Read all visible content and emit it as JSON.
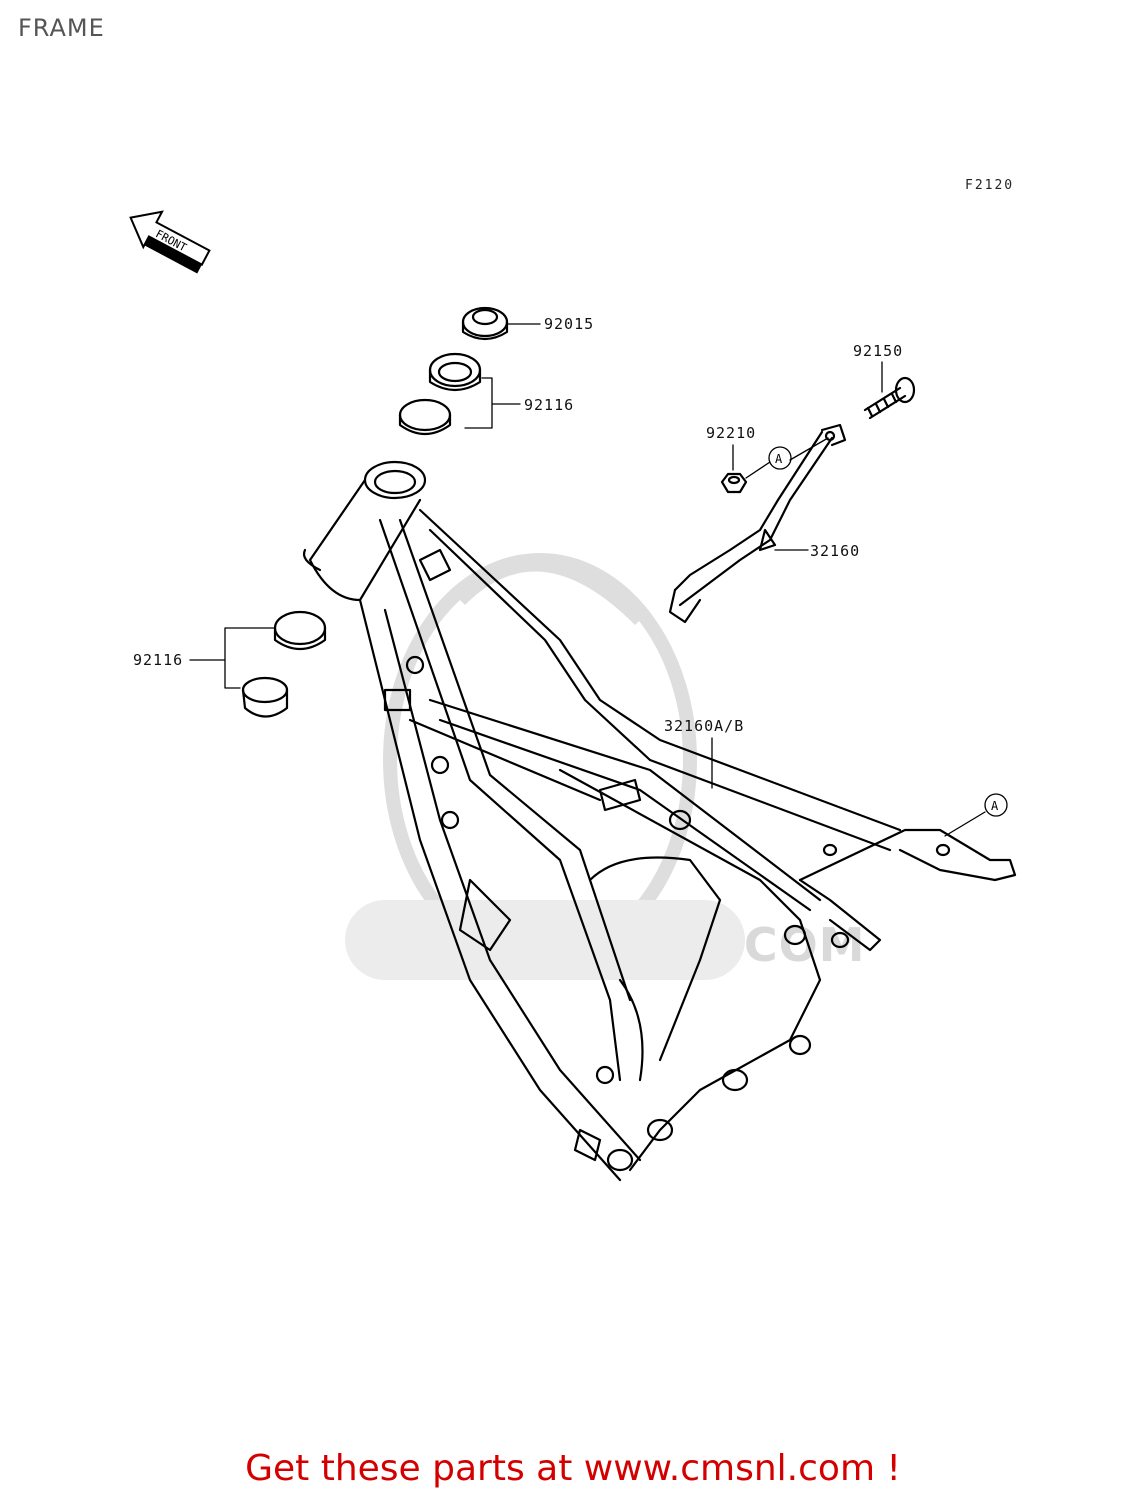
{
  "title": "FRAME",
  "figure_code": "F2120",
  "front_label": "FRONT",
  "watermark": "WWW.CMSNL.COM",
  "callout_a": "A",
  "parts": [
    {
      "number": "92015"
    },
    {
      "number": "92116"
    },
    {
      "number": "92150"
    },
    {
      "number": "92210"
    },
    {
      "number": "32160"
    },
    {
      "number": "92116"
    },
    {
      "number": "32160A/B"
    }
  ],
  "footer": "Get these parts at www.cmsnl.com !",
  "colors": {
    "footer": "#d40000",
    "title": "#555555",
    "watermark": "#d9d9d9"
  }
}
